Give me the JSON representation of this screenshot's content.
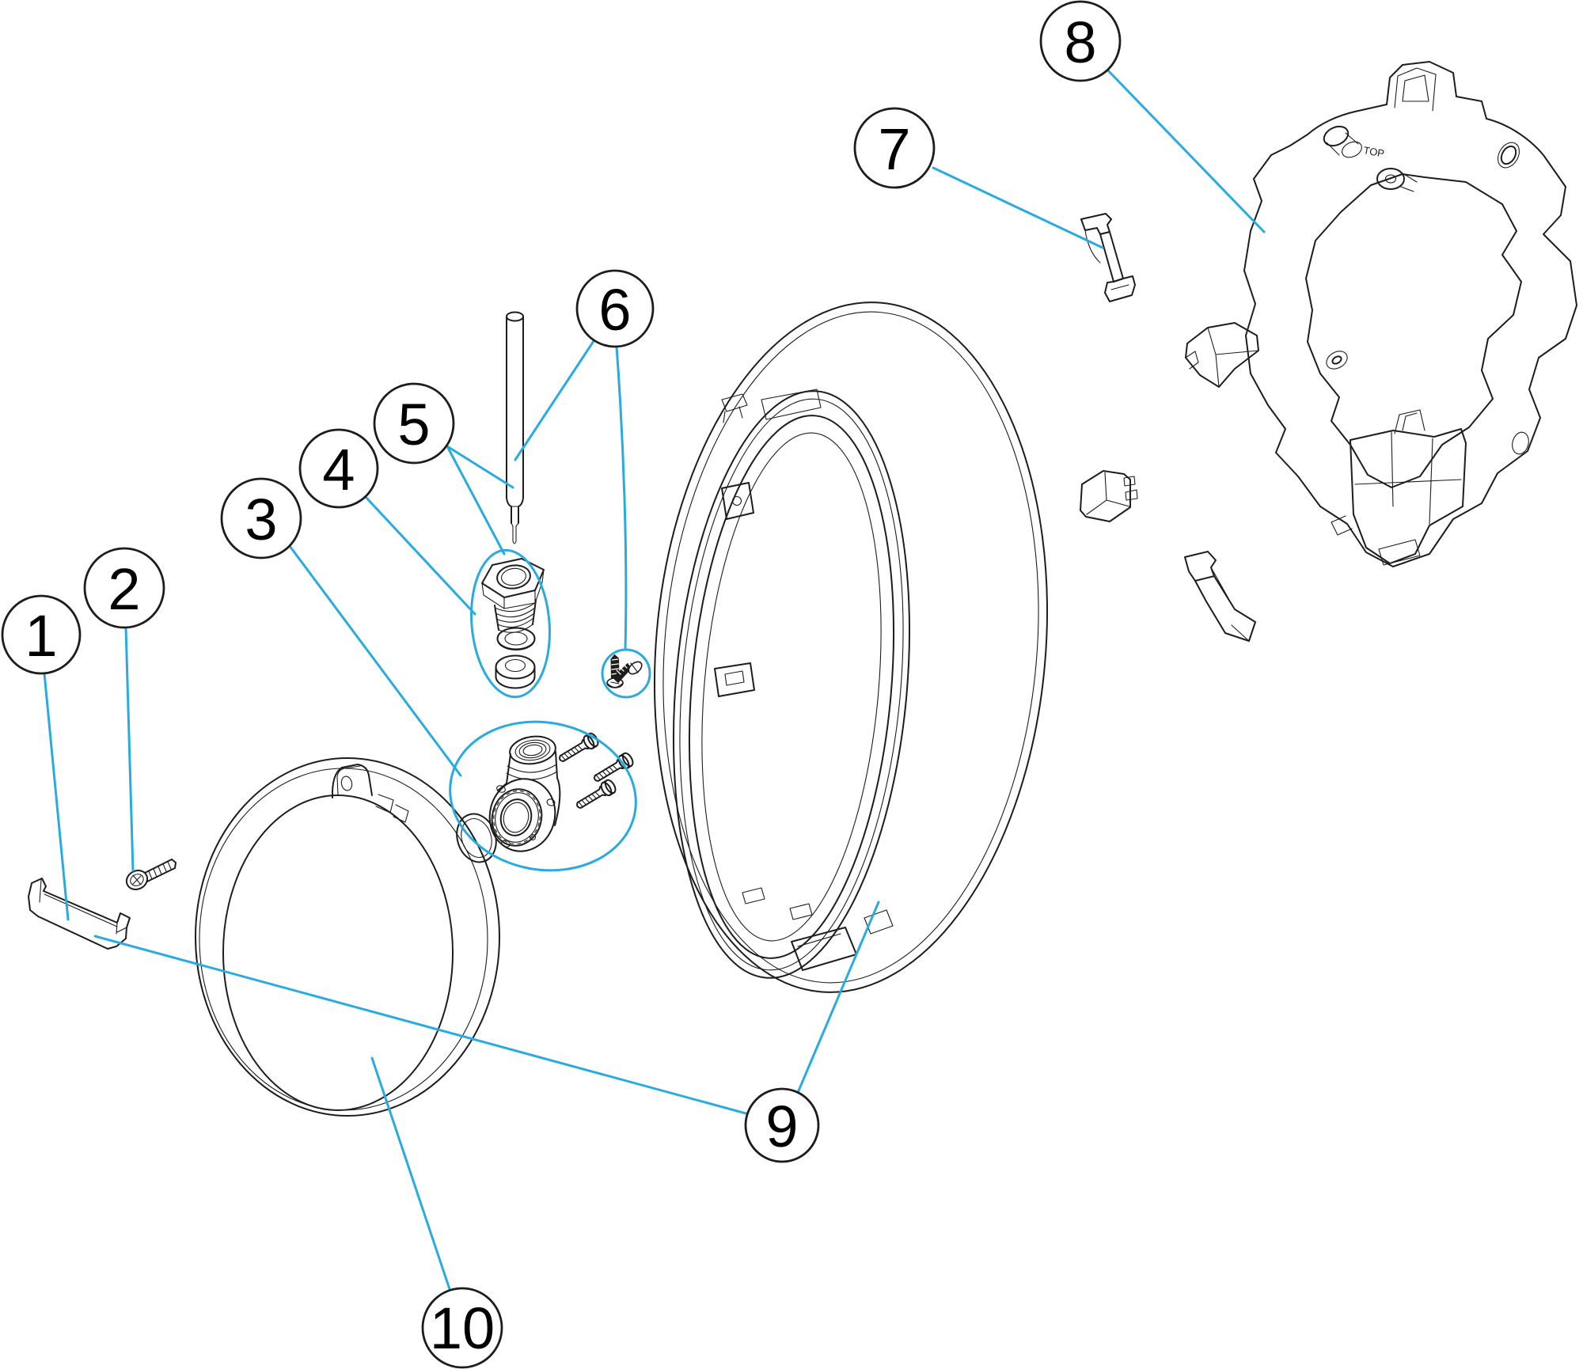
{
  "diagram": {
    "background_color": "#ffffff",
    "ink_color": "#1d1d1b",
    "leader_color": "#29abe2",
    "callouts": [
      {
        "label": "1"
      },
      {
        "label": "2"
      },
      {
        "label": "3"
      },
      {
        "label": "4"
      },
      {
        "label": "5"
      },
      {
        "label": "6"
      },
      {
        "label": "7"
      },
      {
        "label": "8"
      },
      {
        "label": "9"
      },
      {
        "label": "10"
      }
    ],
    "bracket_marking": "TOP"
  }
}
